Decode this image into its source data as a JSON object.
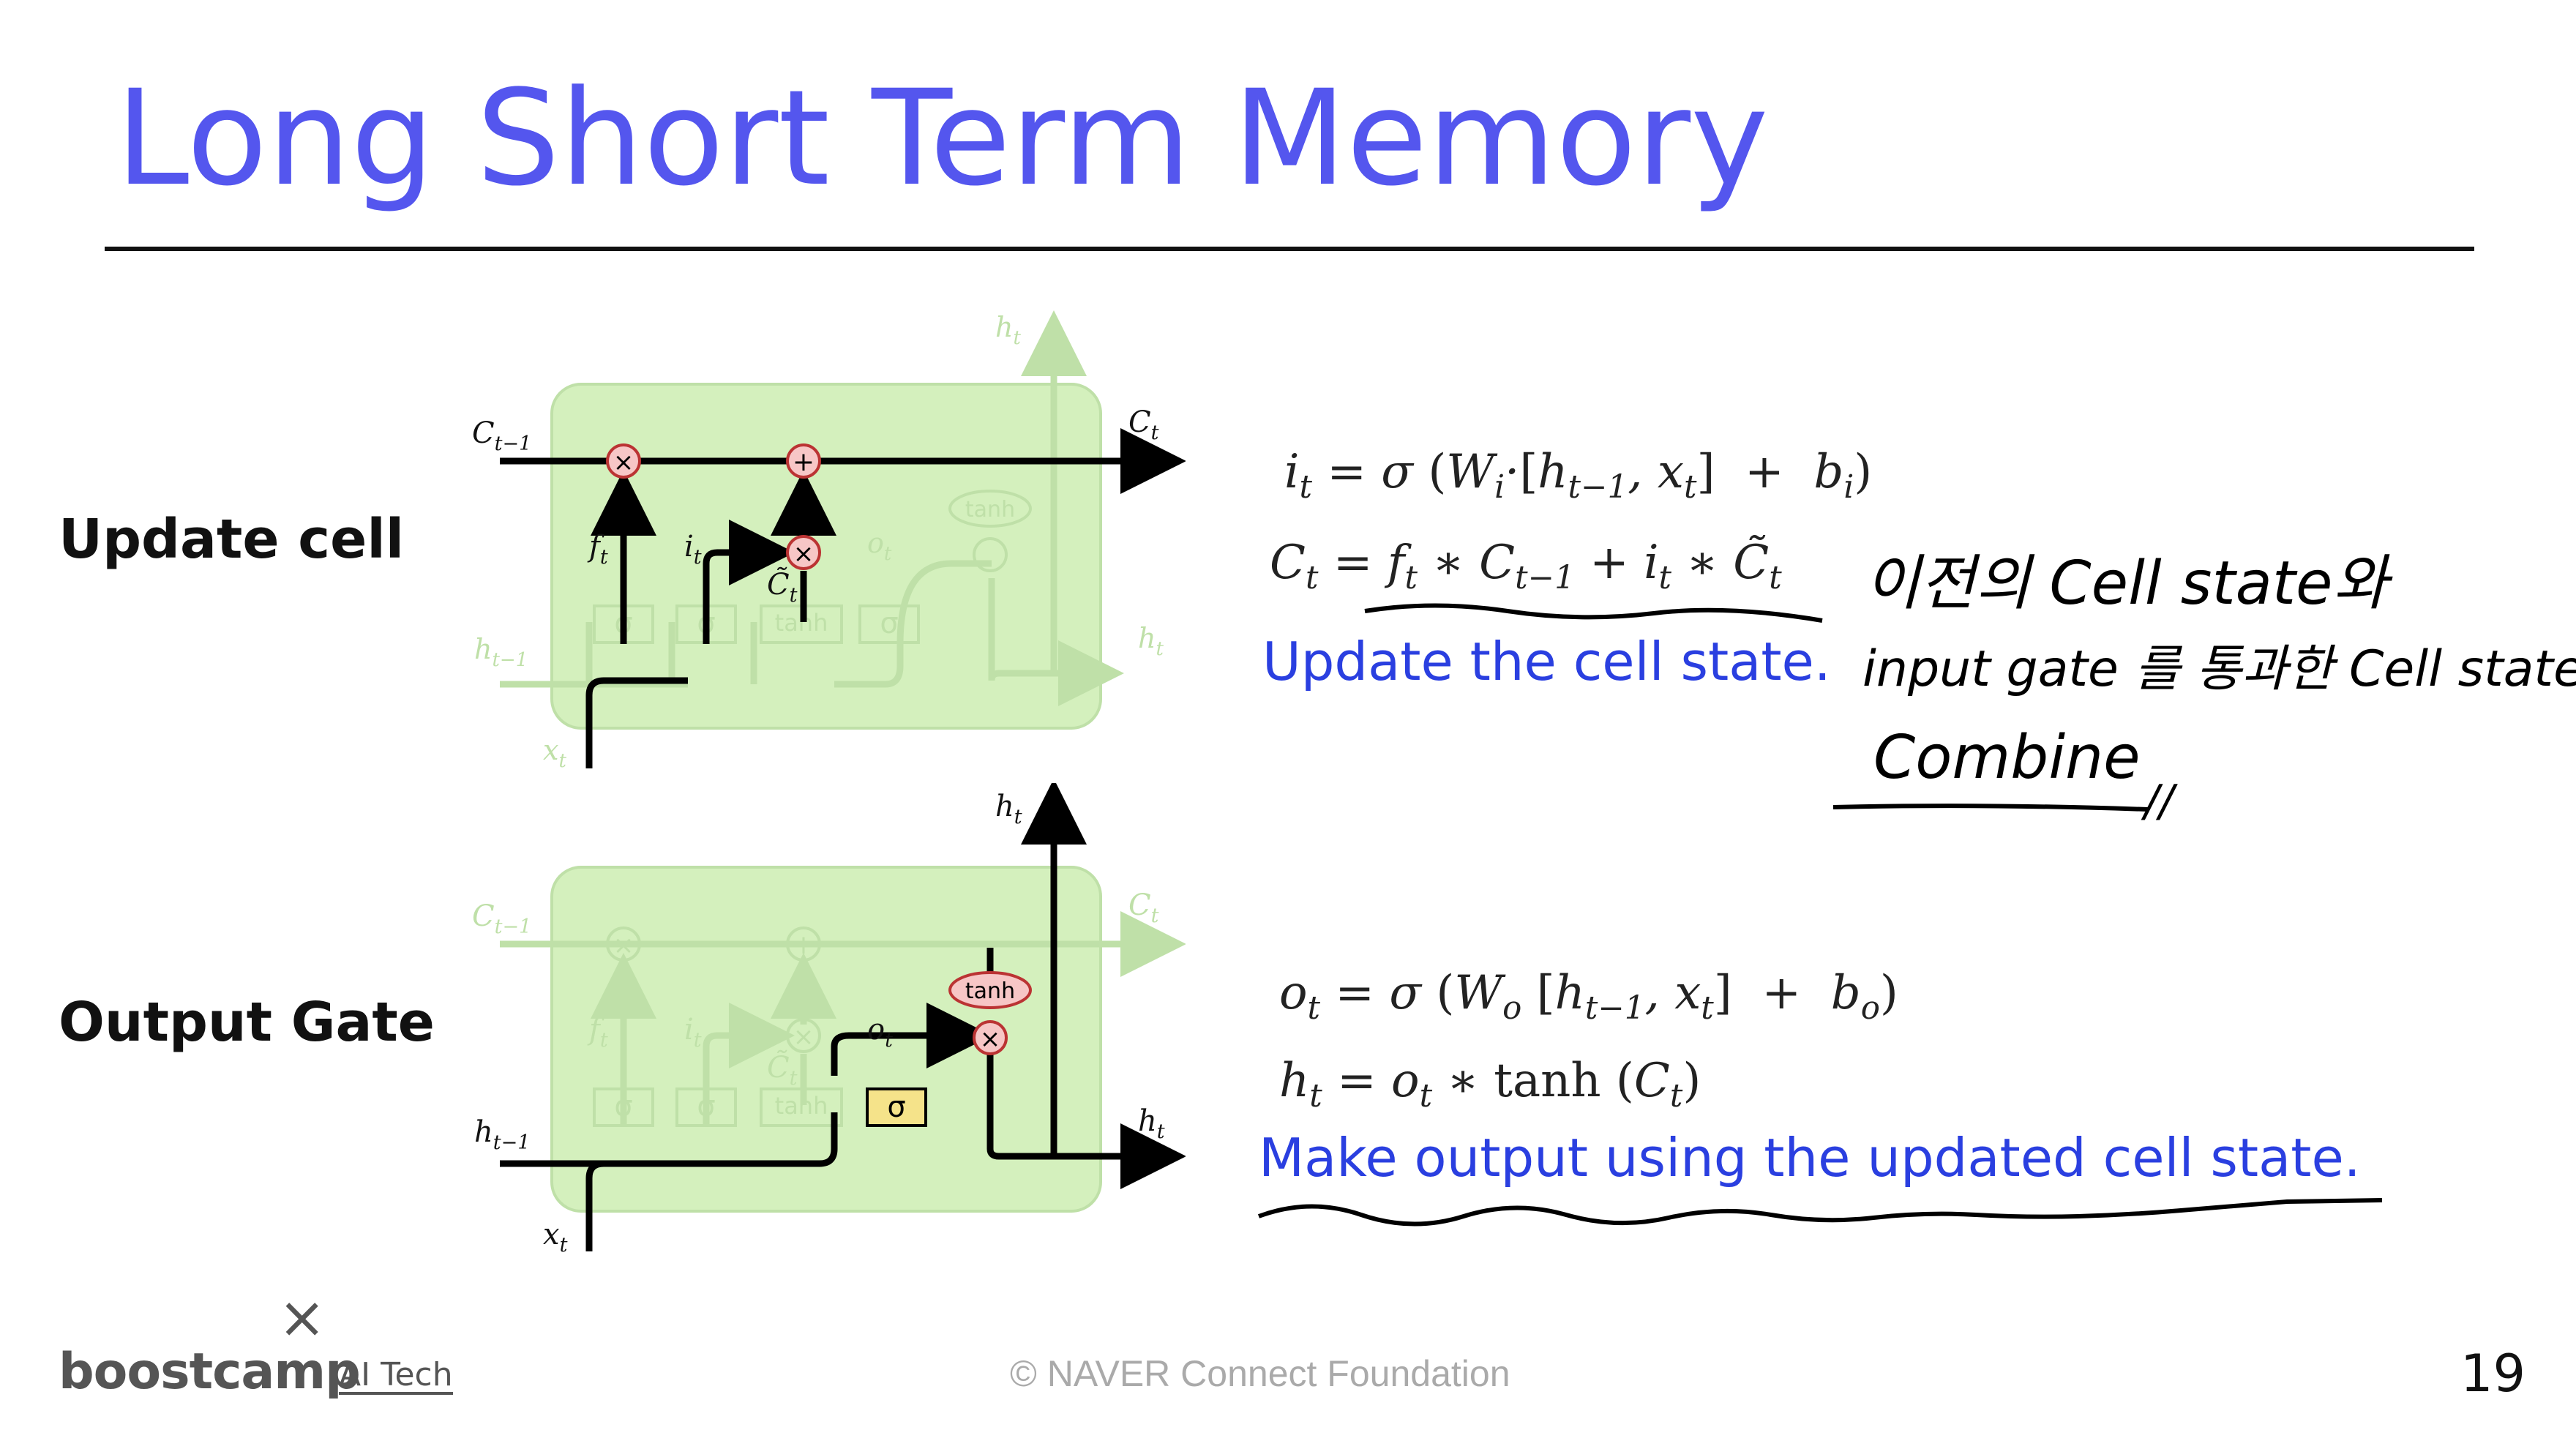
{
  "slide": {
    "title": "Long Short Term Memory",
    "page_number": "19",
    "footer": "© NAVER Connect Foundation",
    "logo": {
      "main": "boostcamp",
      "sub": "AI Tech",
      "mark": "×"
    }
  },
  "sections": {
    "update": {
      "label": "Update cell",
      "note": "Update the cell state.",
      "handwriting": [
        "이전의 Cell state와",
        "input gate 를 통과한 Cell state",
        "Combine",
        "//"
      ]
    },
    "output": {
      "label": "Output Gate",
      "note": "Make output using the updated cell state."
    }
  },
  "diagram_labels": {
    "c_prev": "C",
    "c_prev_sub": "t−1",
    "c_next": "C",
    "c_next_sub": "t",
    "h_prev": "h",
    "h_prev_sub": "t−1",
    "h_next": "h",
    "h_next_sub": "t",
    "h_top": "h",
    "h_top_sub": "t",
    "x": "x",
    "x_sub": "t",
    "f": "f",
    "f_sub": "t",
    "i": "i",
    "i_sub": "t",
    "o": "o",
    "o_sub": "t",
    "ctilde": "C̃",
    "ctilde_sub": "t",
    "sigma": "σ",
    "tanh": "tanh",
    "times": "×",
    "plus": "+"
  },
  "colors": {
    "title": "#5456ee",
    "note": "#2a3fe0",
    "cell_fill": "#d4f0bd",
    "cell_faded_line": "#bfe0a8",
    "gate_pink": "#f7c6c6",
    "sigma_yellow": "#f5e38a"
  }
}
